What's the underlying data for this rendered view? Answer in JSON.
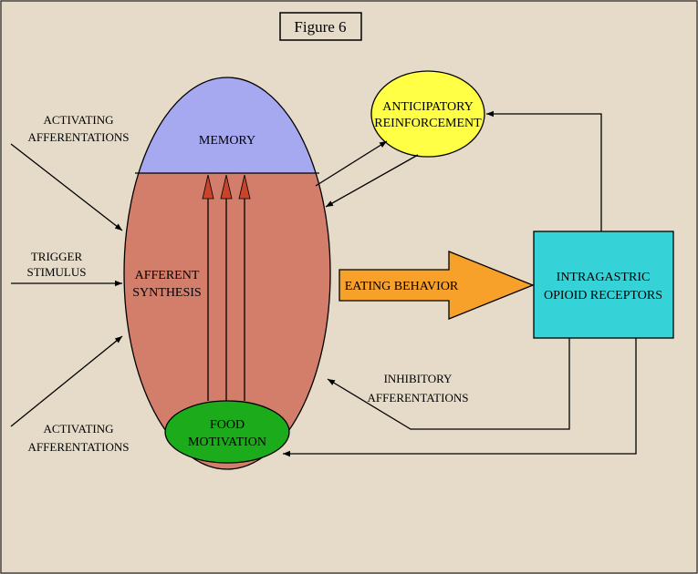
{
  "title": "Figure 6",
  "colors": {
    "background": "#e6dbc8",
    "memory": "#a7a9f0",
    "afferent_synthesis": "#d27e6a",
    "anticipatory": "#ffff45",
    "food_motivation": "#1bab1b",
    "receptors": "#35d3d7",
    "eating_arrow": "#f7a02a",
    "inner_arrowheads": "#c8452c"
  },
  "nodes": {
    "memory": "MEMORY",
    "afferent_synthesis": [
      "AFFERENT",
      "SYNTHESIS"
    ],
    "food_motivation": [
      "FOOD",
      "MOTIVATION"
    ],
    "anticipatory": [
      "ANTICIPATORY",
      "REINFORCEMENT"
    ],
    "receptors": [
      "INTRAGASTRIC",
      "OPIOID RECEPTORS"
    ],
    "eating_behavior": "EATING BEHAVIOR"
  },
  "inputs": {
    "activating_top": [
      "ACTIVATING",
      "AFFERENTATIONS"
    ],
    "trigger": [
      "TRIGGER",
      "STIMULUS"
    ],
    "activating_bottom": [
      "ACTIVATING",
      "AFFERENTATIONS"
    ],
    "inhibitory": [
      "INHIBITORY",
      "AFFERENTATIONS"
    ]
  },
  "icons": {
    "arrowhead": "arrowhead-icon"
  }
}
